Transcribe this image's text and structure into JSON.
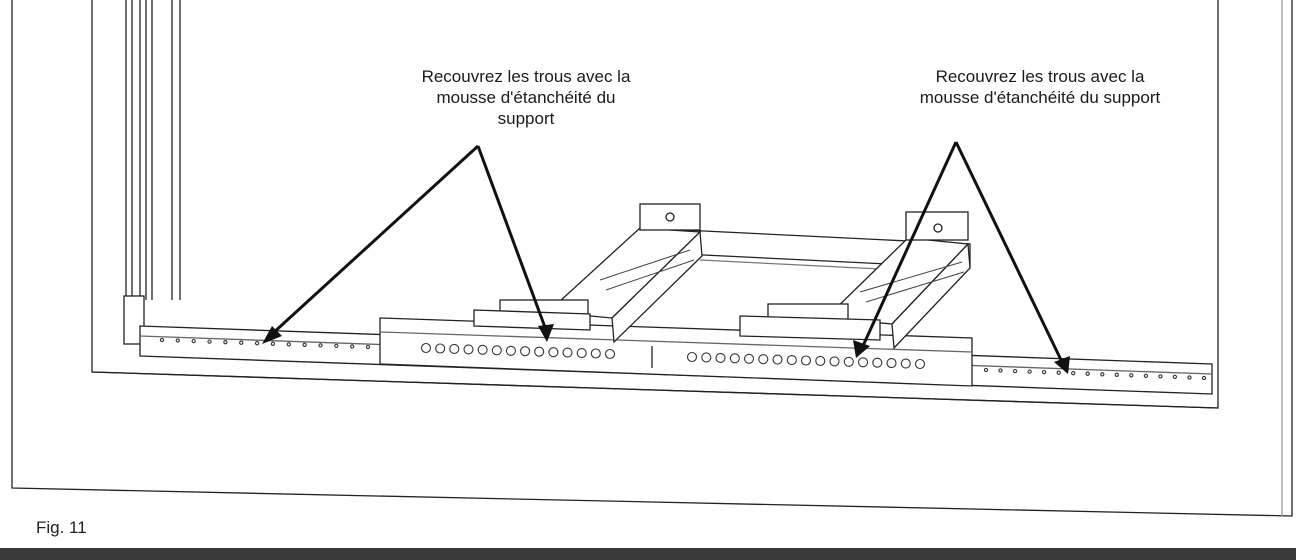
{
  "callouts": {
    "left": [
      "Recouvrez les trous avec la",
      "mousse d'étanchéité du",
      "support"
    ],
    "right": [
      "Recouvrez les trous avec la",
      "mousse d'étanchéité du support"
    ]
  },
  "figure_label": "Fig. 11",
  "colors": {
    "line": "#222222",
    "bar": "#3a3a3a"
  }
}
